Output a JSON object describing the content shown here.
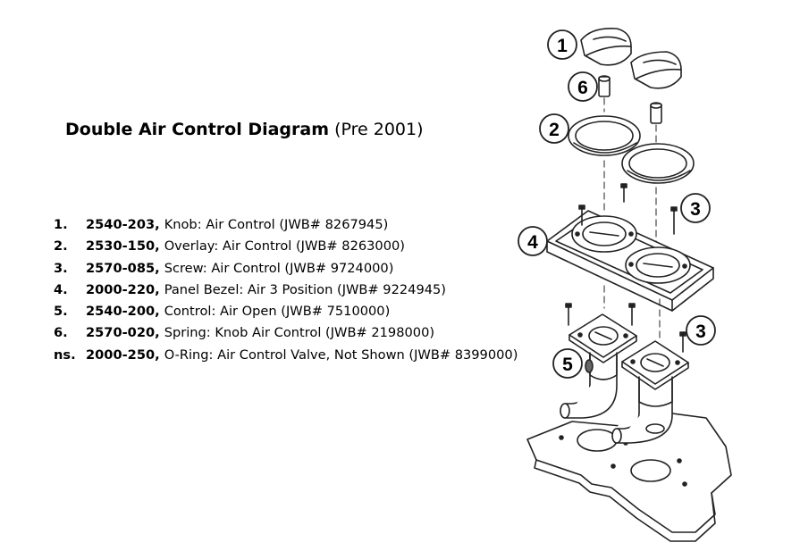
{
  "title": {
    "bold": "Double Air Control Diagram",
    "suffix": "(Pre 2001)"
  },
  "parts": [
    {
      "num": "1.",
      "pn": "2540-203,",
      "desc": "Knob: Air Control (JWB# 8267945)"
    },
    {
      "num": "2.",
      "pn": "2530-150,",
      "desc": "Overlay: Air Control (JWB# 8263000)"
    },
    {
      "num": "3.",
      "pn": "2570-085,",
      "desc": "Screw: Air Control (JWB# 9724000)"
    },
    {
      "num": "4.",
      "pn": "2000-220,",
      "desc": "Panel Bezel: Air 3 Position (JWB# 9224945)"
    },
    {
      "num": "5.",
      "pn": "2540-200,",
      "desc": "Control: Air Open (JWB# 7510000)"
    },
    {
      "num": "6.",
      "pn": "2570-020,",
      "desc": "Spring: Knob Air Control (JWB# 2198000)"
    },
    {
      "num": "ns.",
      "pn": "2000-250,",
      "desc": "O-Ring: Air Control Valve, Not Shown (JWB# 8399000)"
    }
  ],
  "callouts": {
    "knob": "1",
    "overlay": "2",
    "screw_top": "3",
    "bezel": "4",
    "control": "5",
    "spring": "6",
    "screw_bottom": "3"
  }
}
